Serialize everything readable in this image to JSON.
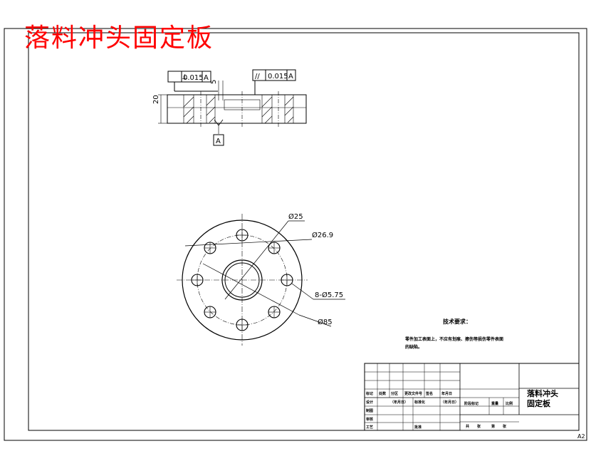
{
  "drawing": {
    "title": "落料冲头固定板",
    "sheet_size": "A2"
  },
  "section_view": {
    "perpendicularity": {
      "symbol": "⊥",
      "tolerance": "0.015",
      "datum": "A"
    },
    "parallelism": {
      "symbol": "//",
      "tolerance": "0.015",
      "datum": "A"
    },
    "thickness_dim": "20",
    "recess_dim": "5",
    "datum_label": "A"
  },
  "plan_view": {
    "callouts": [
      "Ø25",
      "Ø26.9",
      "8-Ø5.75",
      "Ø85"
    ]
  },
  "notes": {
    "heading": "技术要求：",
    "line1": "零件加工表面上，不应有划痕、擦伤等损伤零件表面",
    "line2": "的缺陷。"
  },
  "title_block": {
    "part_name_line1": "落料冲头",
    "part_name_line2": "固定板",
    "revision_headers": [
      "标记",
      "处数",
      "分区",
      "更改文件号",
      "签名",
      "年月日"
    ],
    "rows": [
      "设计",
      "制图",
      "审核",
      "工艺"
    ],
    "sign_labels": [
      "（年月日）",
      "标准化",
      "（年月日）"
    ],
    "approve": "批准",
    "stage_headers": [
      "阶段标记",
      "重量",
      "比例"
    ],
    "sheet_info": [
      "共",
      "张",
      "第",
      "张"
    ]
  }
}
